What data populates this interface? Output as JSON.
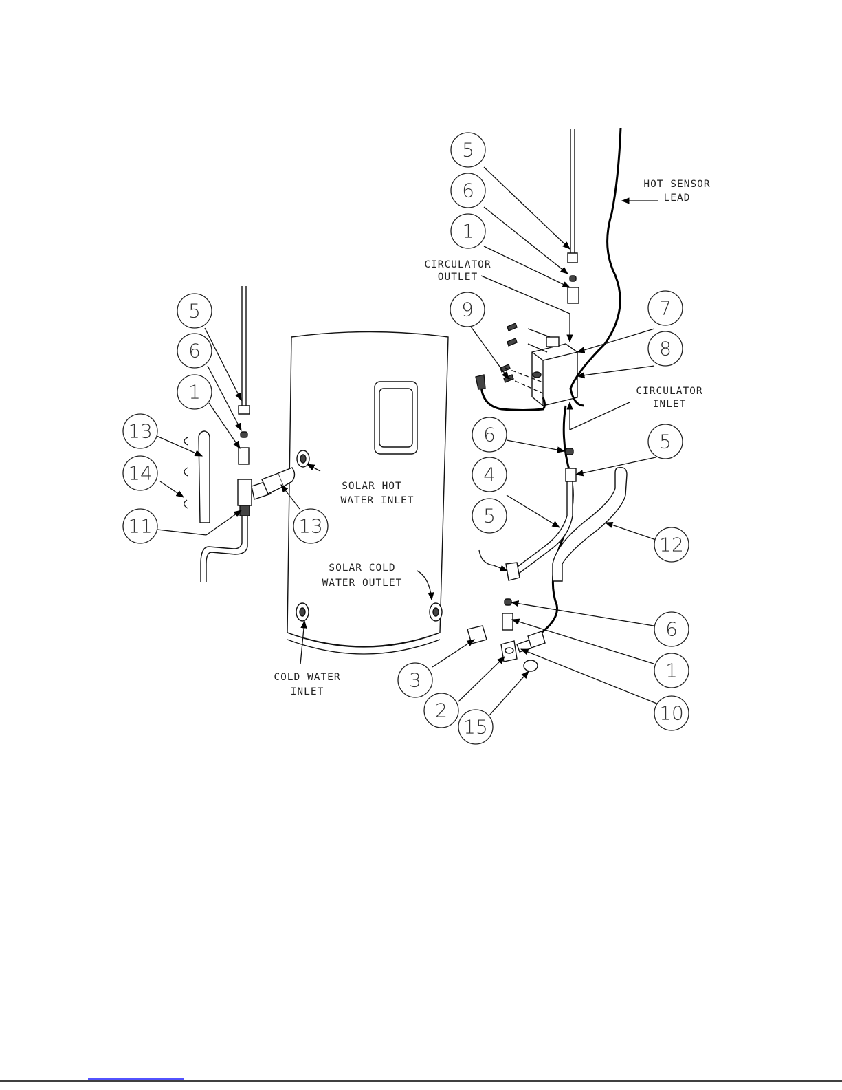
{
  "callouts": [
    "1",
    "2",
    "3",
    "4",
    "5",
    "6",
    "7",
    "8",
    "9",
    "10",
    "11",
    "12",
    "13",
    "14",
    "15"
  ],
  "labels": {
    "hot_sensor": [
      "HOT SENSOR",
      "LEAD"
    ],
    "circulator_outlet": [
      "CIRCULATOR",
      "OUTLET"
    ],
    "circulator_inlet": [
      "CIRCULATOR",
      "INLET"
    ],
    "solar_hot_water_inlet": [
      "SOLAR HOT",
      "WATER INLET"
    ],
    "solar_cold_water_outlet": [
      "SOLAR COLD",
      "WATER OUTLET"
    ],
    "cold_water_inlet": [
      "COLD WATER",
      "INLET"
    ]
  }
}
